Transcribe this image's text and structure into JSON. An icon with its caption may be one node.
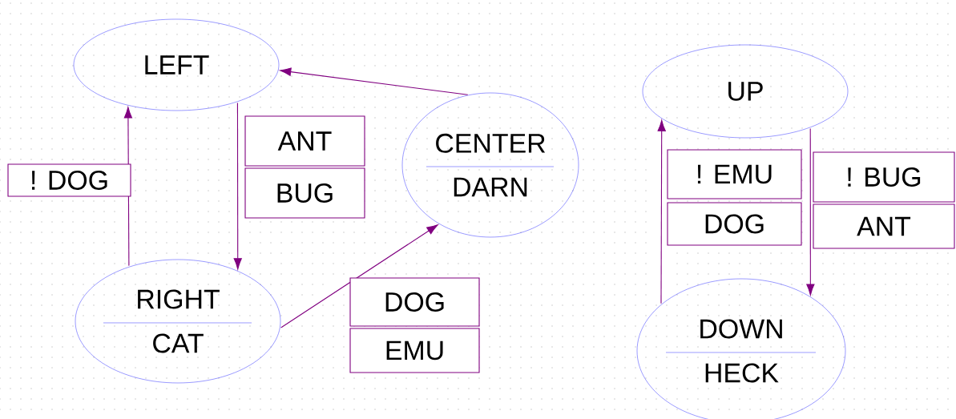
{
  "diagram": {
    "nodes": [
      {
        "text": [
          "LEFT"
        ]
      },
      {
        "text": [
          "CENTER",
          "DARN"
        ]
      },
      {
        "text": [
          "RIGHT",
          "CAT"
        ]
      },
      {
        "text": [
          "UP"
        ]
      },
      {
        "text": [
          "DOWN",
          "HECK"
        ]
      }
    ],
    "edges": [
      {
        "from": 1,
        "to": 0,
        "arrow": "to"
      },
      {
        "from": 0,
        "to": 2,
        "arrow": "to",
        "label": "ANT"
      },
      {
        "from": 2,
        "to": 0,
        "arrow": "to",
        "label": "! DOG"
      },
      {
        "from": 2,
        "to": 1,
        "arrow": "to",
        "label": "DOG"
      },
      {
        "from": 3,
        "to": 4,
        "arrow": "to",
        "label": "! BUG"
      },
      {
        "from": 4,
        "to": 3,
        "arrow": "to",
        "label": "! EMU"
      }
    ],
    "labels": [
      "BUG",
      "DOG",
      "ANT",
      "EMU"
    ]
  }
}
